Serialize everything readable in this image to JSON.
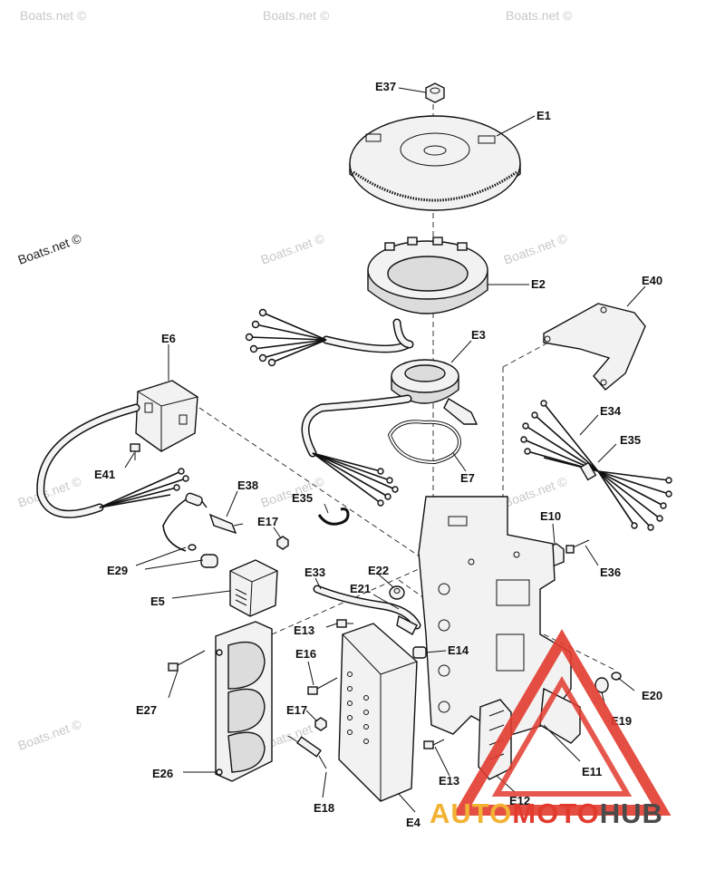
{
  "diagram": {
    "callouts": {
      "E1": "E1",
      "E2": "E2",
      "E3": "E3",
      "E4": "E4",
      "E5": "E5",
      "E6": "E6",
      "E7": "E7",
      "E10": "E10",
      "E11": "E11",
      "E12": "E12",
      "E13a": "E13",
      "E13b": "E13",
      "E14": "E14",
      "E16": "E16",
      "E17a": "E17",
      "E17b": "E17",
      "E18": "E18",
      "E19": "E19",
      "E20": "E20",
      "E21": "E21",
      "E22": "E22",
      "E26": "E26",
      "E27": "E27",
      "E29": "E29",
      "E33": "E33",
      "E34": "E34",
      "E35a": "E35",
      "E35b": "E35",
      "E36": "E36",
      "E37": "E37",
      "E38": "E38",
      "E40": "E40",
      "E41": "E41"
    }
  },
  "watermarks": {
    "text": "Boats.net ©"
  },
  "logo": {
    "part1": "AUTO",
    "part2": "MOTO",
    "part3": "HUB",
    "colors": {
      "yellow": "#f2b233",
      "red": "#e23b2e",
      "gray": "#4a4a4a"
    }
  }
}
